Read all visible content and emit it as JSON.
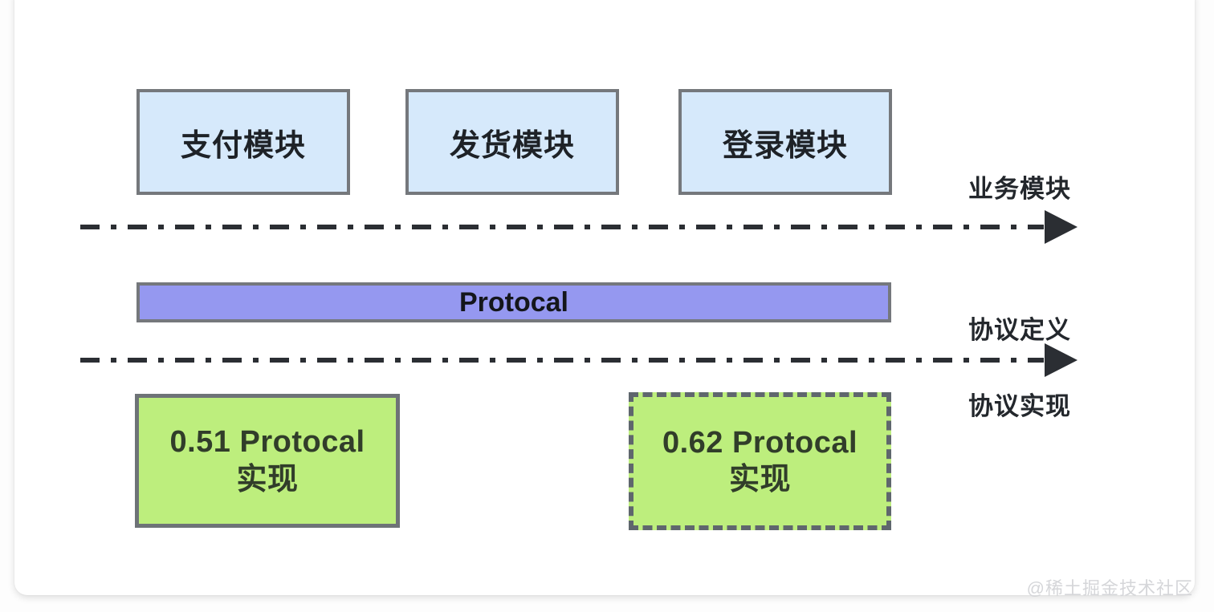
{
  "colors": {
    "module_fill": "#d6e9fb",
    "protocol_fill": "#9598f0",
    "impl_fill": "#bdee7d",
    "border_gray": "#75787c",
    "line_dark": "#2b2e33",
    "watermark_gray": "#d5d6d9"
  },
  "diagram": {
    "modules": [
      {
        "label": "支付模块"
      },
      {
        "label": "发货模块"
      },
      {
        "label": "登录模块"
      }
    ],
    "protocol_bar": {
      "label": "Protocal"
    },
    "implementations": [
      {
        "line1": "0.51 Protocal",
        "line2": "实现",
        "border_style": "solid"
      },
      {
        "line1": "0.62 Protocal",
        "line2": "实现",
        "border_style": "dashed"
      }
    ],
    "layer_labels": {
      "business": "业务模块",
      "protocol_definition": "协议定义",
      "protocol_implementation": "协议实现"
    }
  },
  "watermark": "@稀土掘金技术社区"
}
